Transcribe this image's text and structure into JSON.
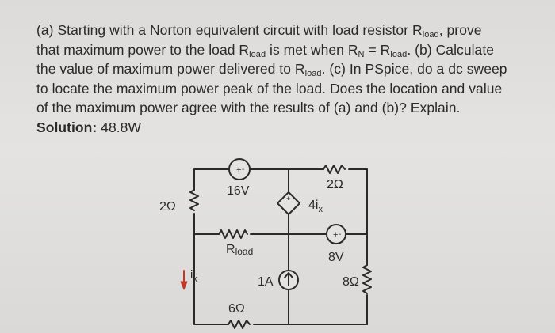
{
  "problem": {
    "line1": {
      "text": "(a) Starting with a Norton equivalent circuit with load resistor R",
      "sub": "load",
      "tail": ", prove"
    },
    "line2": {
      "p1": "that maximum power to the load R",
      "s1": "load",
      "p2": " is met when R",
      "s2": "N",
      "p3": " = R",
      "s3": "load",
      "p4": ". (b) Calculate"
    },
    "line3": {
      "p1": "the value of maximum power delivered to R",
      "s1": "load",
      "p2": ". (c) In PSpice, do a dc sweep"
    },
    "line4": "to locate the maximum power peak of the load. Does the location and value",
    "line5": "of the maximum power agree with the results of (a) and (b)? Explain.",
    "solution_label": "Solution:",
    "solution_value": " 48.8W"
  },
  "circuit": {
    "r_left": "2Ω",
    "v_top": "16V",
    "r_top_right": "2Ω",
    "dep_source": {
      "coef": "4i",
      "sub": "x"
    },
    "r_load": {
      "main": "R",
      "sub": "load"
    },
    "v_right": "8V",
    "i_src": "1A",
    "r_bottom": "6Ω",
    "r_right": "8Ω",
    "ix": {
      "main": "i",
      "sub": "x"
    },
    "plus": "+",
    "minus": "-"
  }
}
